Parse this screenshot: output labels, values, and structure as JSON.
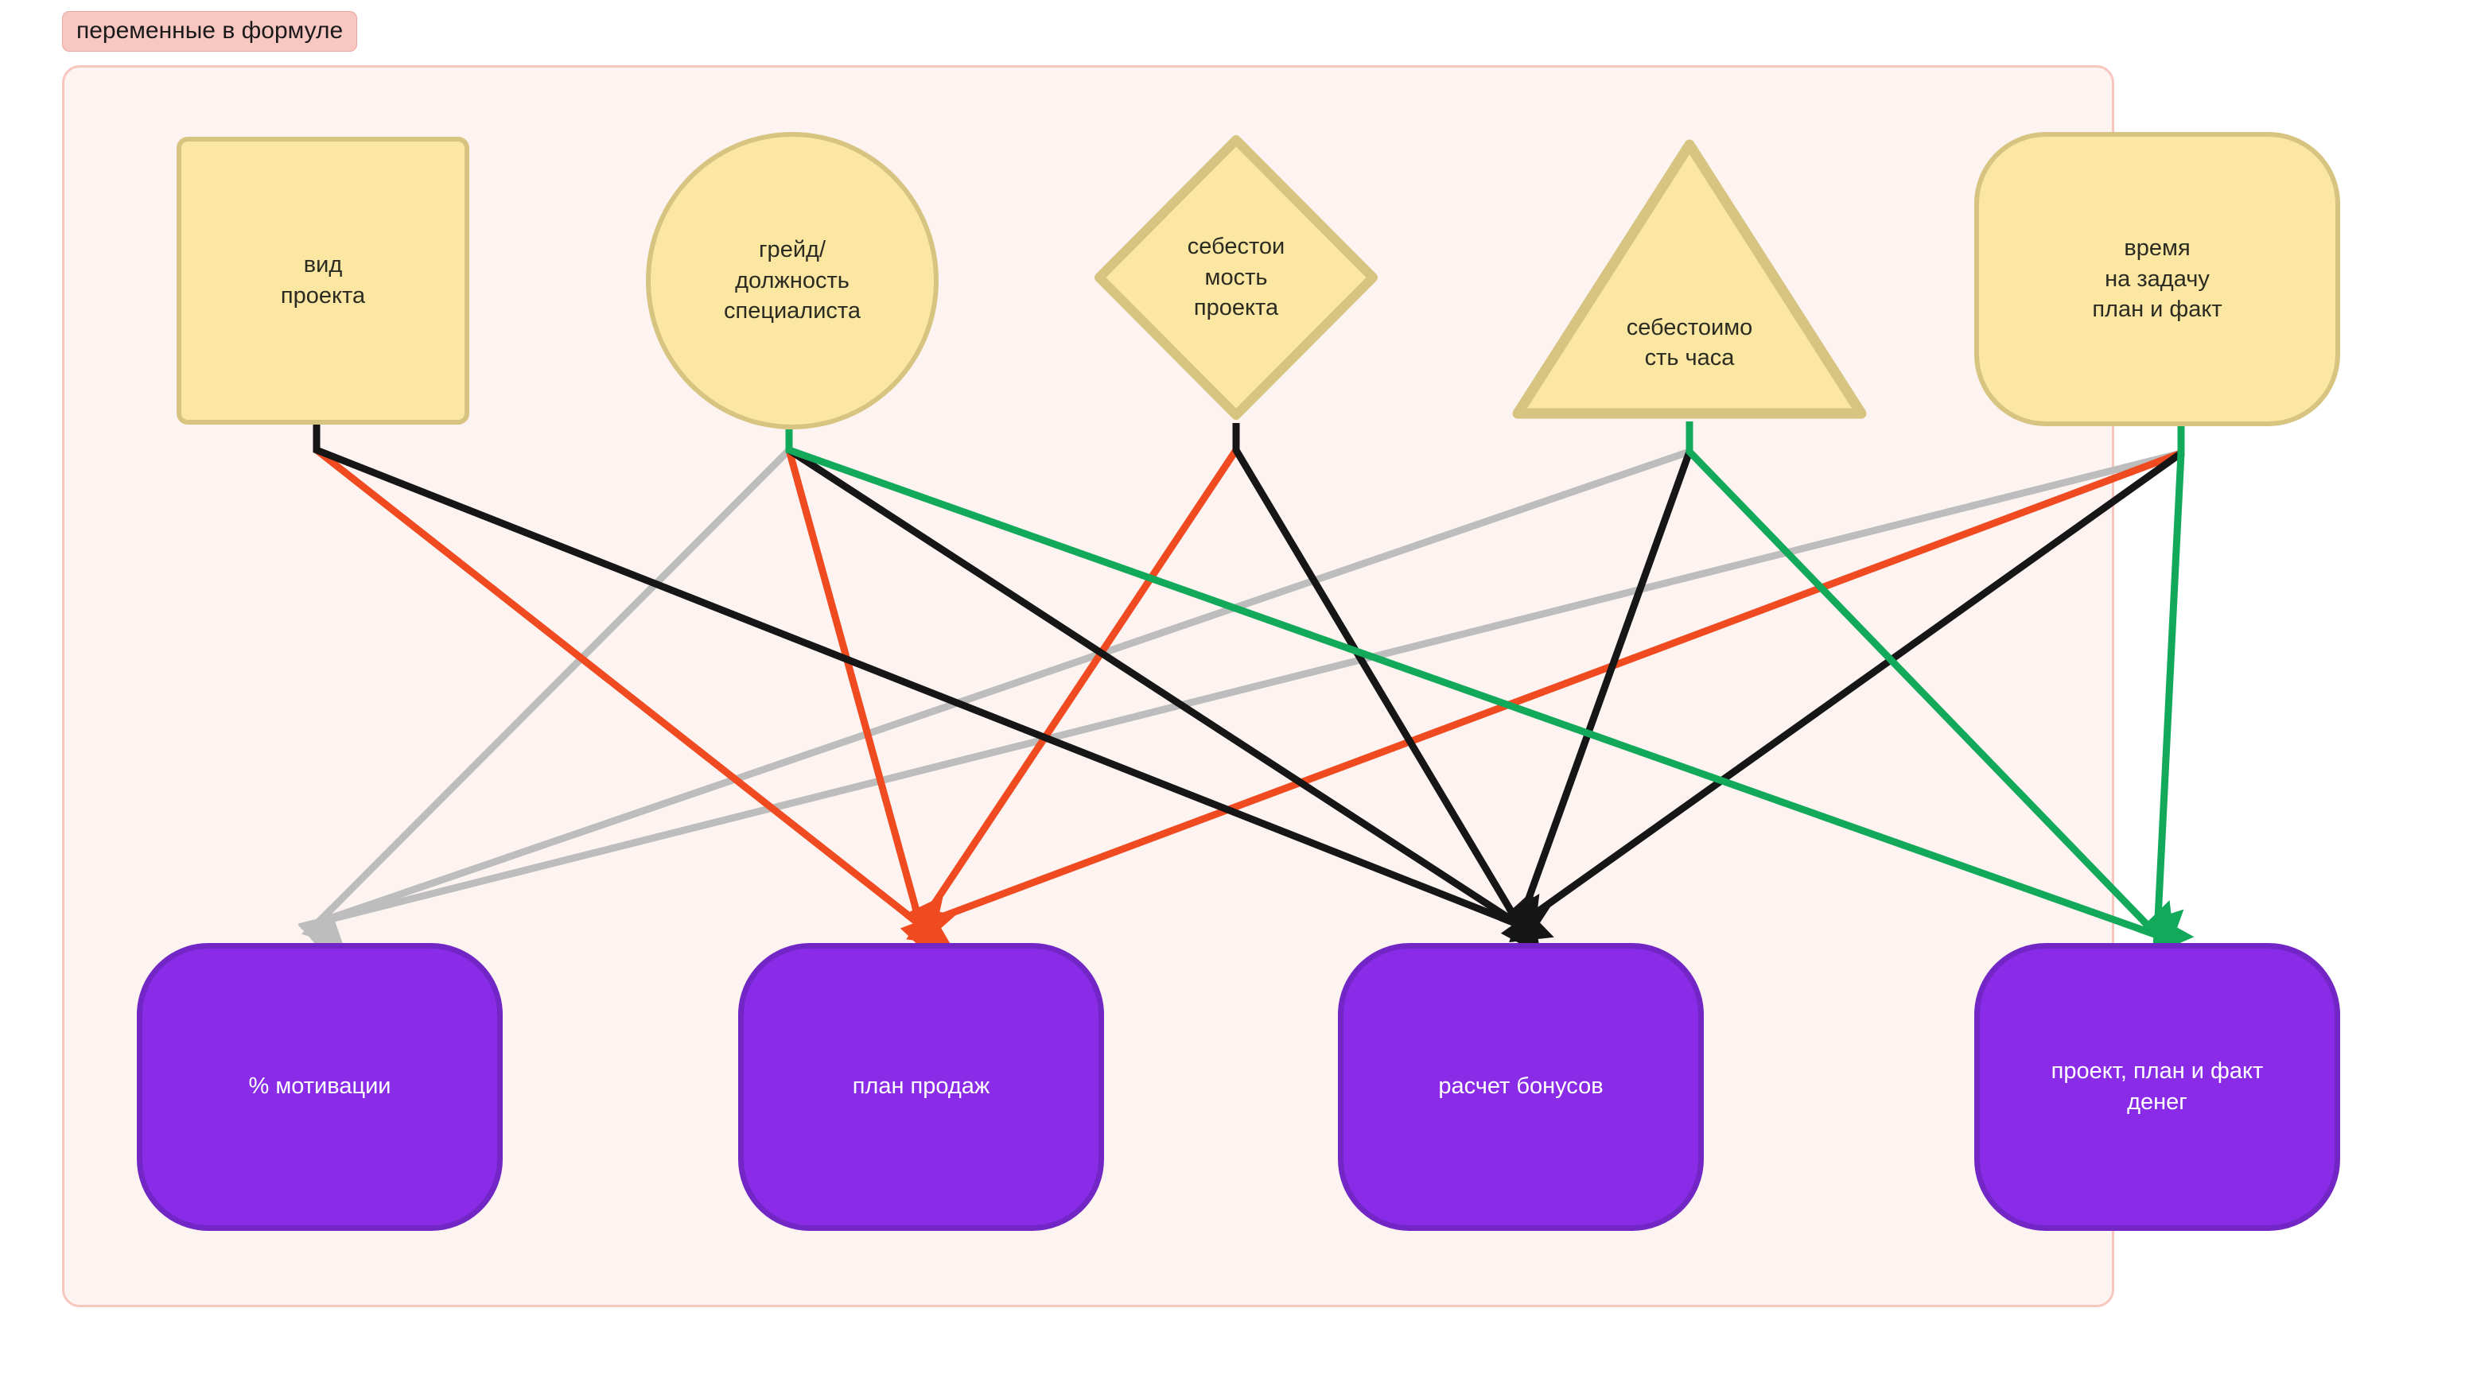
{
  "title_badge": {
    "label": "переменные в формуле"
  },
  "colors": {
    "page_bg": "#ffffff",
    "container_bg": "#FDF3F1",
    "container_border": "#F7C7BF",
    "badge_bg": "#F9C7C2",
    "badge_border": "#E8A79F",
    "source_fill": "#FBE6A2",
    "source_border": "#D6C480",
    "target_fill": "#8A2BE8",
    "target_border": "#7326C6",
    "edge_gray": "#BDBDBD",
    "edge_red": "#F04A21",
    "edge_black": "#161616",
    "edge_green": "#12A95A"
  },
  "sources": [
    {
      "id": "vid-proekta",
      "shape": "square",
      "label": "вид\nпроекта"
    },
    {
      "id": "greyd-dolzhnost",
      "shape": "circle",
      "label": "грейд/\nдолжность\nспециалиста"
    },
    {
      "id": "sebestoimost-proekta",
      "shape": "diamond",
      "label": "себестои\nмость\nпроекта"
    },
    {
      "id": "sebestoimost-chasa",
      "shape": "triangle",
      "label": "себестоимо\nсть часа"
    },
    {
      "id": "vremya-na-zadachu",
      "shape": "stadium",
      "label": "время\nна задачу\nплан и факт"
    }
  ],
  "targets": [
    {
      "id": "procent-motivacii",
      "shape": "stadium",
      "label": "% мотивации",
      "arrow_color": "#BDBDBD"
    },
    {
      "id": "plan-prodazh",
      "shape": "stadium",
      "label": "план продаж",
      "arrow_color": "#F04A21"
    },
    {
      "id": "raschet-bonusov",
      "shape": "stadium",
      "label": "расчет бонусов",
      "arrow_color": "#161616"
    },
    {
      "id": "proekt-plan-fakt",
      "shape": "stadium",
      "label": "проект, план и факт\nденег",
      "arrow_color": "#12A95A"
    }
  ],
  "edges": [
    {
      "from": "vid-proekta",
      "to": "raschet-bonusov",
      "color": "#161616"
    },
    {
      "from": "vid-proekta",
      "to": "plan-prodazh",
      "color": "#F04A21"
    },
    {
      "from": "greyd-dolzhnost",
      "to": "procent-motivacii",
      "color": "#BDBDBD"
    },
    {
      "from": "greyd-dolzhnost",
      "to": "plan-prodazh",
      "color": "#F04A21"
    },
    {
      "from": "greyd-dolzhnost",
      "to": "raschet-bonusov",
      "color": "#161616"
    },
    {
      "from": "greyd-dolzhnost",
      "to": "proekt-plan-fakt",
      "color": "#12A95A"
    },
    {
      "from": "sebestoimost-proekta",
      "to": "plan-prodazh",
      "color": "#F04A21"
    },
    {
      "from": "sebestoimost-proekta",
      "to": "raschet-bonusov",
      "color": "#161616"
    },
    {
      "from": "sebestoimost-chasa",
      "to": "procent-motivacii",
      "color": "#BDBDBD"
    },
    {
      "from": "sebestoimost-chasa",
      "to": "raschet-bonusov",
      "color": "#161616"
    },
    {
      "from": "sebestoimost-chasa",
      "to": "proekt-plan-fakt",
      "color": "#12A95A"
    },
    {
      "from": "vremya-na-zadachu",
      "to": "procent-motivacii",
      "color": "#BDBDBD"
    },
    {
      "from": "vremya-na-zadachu",
      "to": "plan-prodazh",
      "color": "#F04A21"
    },
    {
      "from": "vremya-na-zadachu",
      "to": "raschet-bonusov",
      "color": "#161616"
    },
    {
      "from": "vremya-na-zadachu",
      "to": "proekt-plan-fakt",
      "color": "#12A95A"
    }
  ]
}
